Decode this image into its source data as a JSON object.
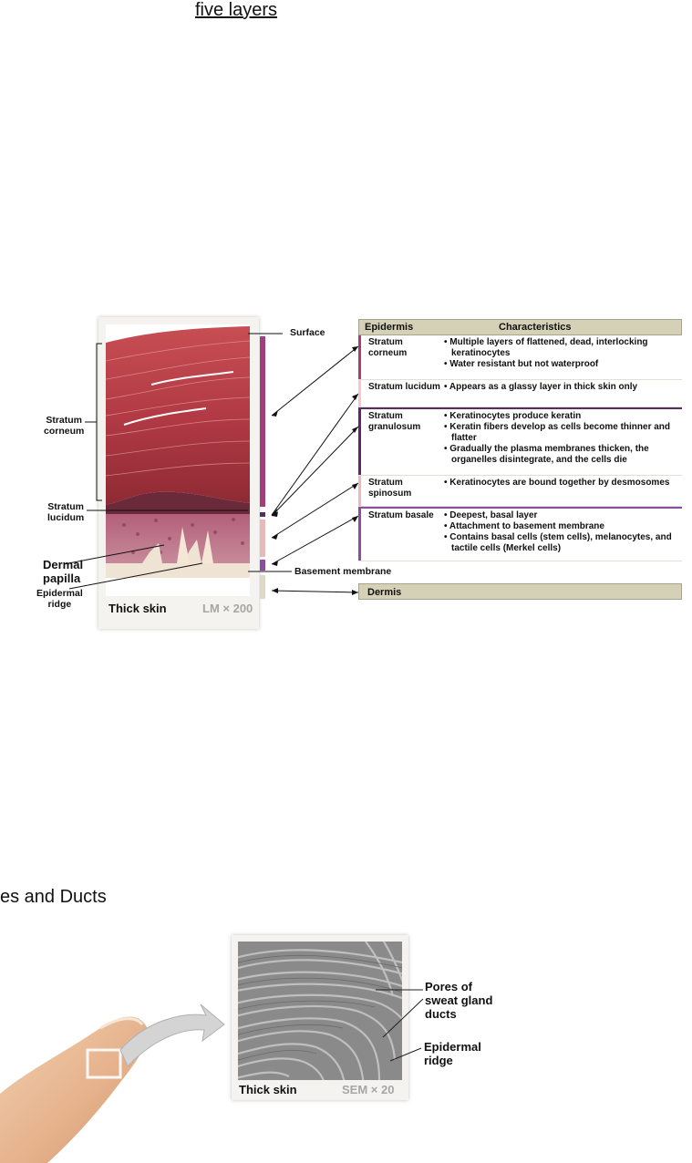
{
  "headings": {
    "top": "five layers",
    "mid": "es and Ducts"
  },
  "histology": {
    "surface": "Surface",
    "stratum_corneum": [
      "Stratum",
      "corneum"
    ],
    "stratum_lucidum": [
      "Stratum",
      "lucidum"
    ],
    "dermal_papilla": [
      "Dermal",
      "papilla"
    ],
    "epidermal_ridge": [
      "Epidermal",
      "ridge"
    ],
    "basement_membrane": "Basement membrane",
    "caption": "Thick skin",
    "magnification": "LM × 200"
  },
  "table": {
    "header_col1": "Epidermis",
    "header_col2": "Characteristics",
    "rows": [
      {
        "name": "Stratum corneum",
        "color": "#a33f78",
        "chars": [
          "• Multiple layers of flattened, dead, interlocking keratinocytes",
          "• Water resistant but not waterproof"
        ]
      },
      {
        "name": "Stratum lucidum",
        "color": "#f2c9c8",
        "chars": [
          "• Appears as a glassy layer in thick skin only"
        ]
      },
      {
        "name": "Stratum granulosum",
        "color": "#5a2a66",
        "chars": [
          "• Keratinocytes produce keratin",
          "• Keratin fibers develop as cells become thinner and flatter",
          "• Gradually the plasma membranes thicken, the organelles disintegrate, and the cells die"
        ]
      },
      {
        "name": "Stratum spinosum",
        "color": "#e9b9b9",
        "chars": [
          "• Keratinocytes are bound together by desmosomes"
        ]
      },
      {
        "name": "Stratum basale",
        "color": "#8a4e9c",
        "chars": [
          "• Deepest, basal layer",
          "• Attachment to basement membrane",
          "• Contains basal cells (stem cells), melanocytes, and tactile cells (Merkel cells)"
        ]
      }
    ],
    "dermis": "Dermis"
  },
  "sem": {
    "pores": [
      "Pores of",
      "sweat gland",
      "ducts"
    ],
    "ridge": [
      "Epidermal",
      "ridge"
    ],
    "caption": "Thick skin",
    "magnification": "SEM × 20"
  }
}
